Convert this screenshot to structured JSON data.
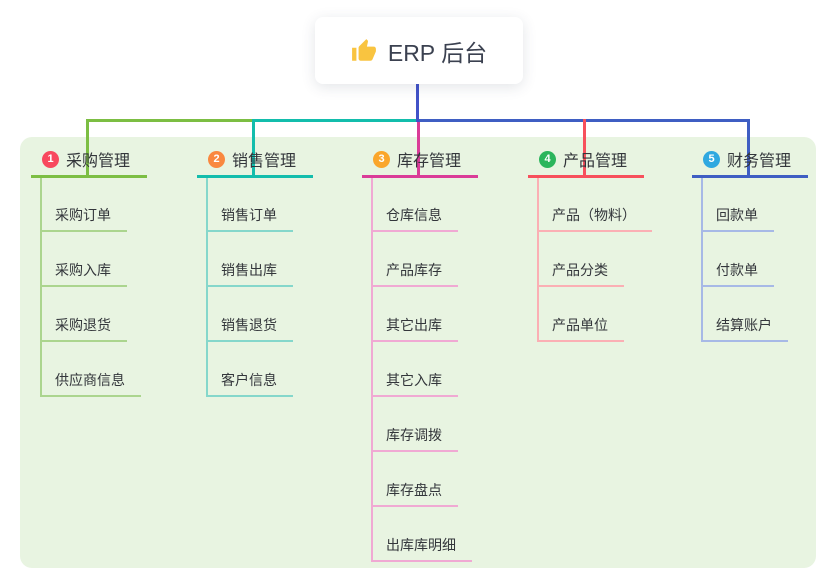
{
  "root": {
    "label": "ERP 后台",
    "icon": "thumbs-up-icon",
    "icon_color": "#F9C440"
  },
  "branches": [
    {
      "num": "1",
      "label": "采购管理",
      "badge_color": "#F8485E",
      "line_color": "#7CBE43",
      "light_color": "#ABD58E",
      "children": [
        "采购订单",
        "采购入库",
        "采购退货",
        "供应商信息"
      ]
    },
    {
      "num": "2",
      "label": "销售管理",
      "badge_color": "#F9883F",
      "line_color": "#13BDAC",
      "light_color": "#85D7CB",
      "children": [
        "销售订单",
        "销售出库",
        "销售退货",
        "客户信息"
      ]
    },
    {
      "num": "3",
      "label": "库存管理",
      "badge_color": "#FAA62B",
      "line_color": "#DA3C98",
      "light_color": "#F0A9D3",
      "children": [
        "仓库信息",
        "产品库存",
        "其它出库",
        "其它入库",
        "库存调拨",
        "库存盘点",
        "出库库明细"
      ]
    },
    {
      "num": "4",
      "label": "产品管理",
      "badge_color": "#2BB55C",
      "line_color": "#F7505C",
      "light_color": "#FBAFB4",
      "children": [
        "产品（物料）",
        "产品分类",
        "产品单位"
      ]
    },
    {
      "num": "5",
      "label": "财务管理",
      "badge_color": "#2FA8E0",
      "line_color": "#3F5EC3",
      "light_color": "#A7B9E6",
      "children": [
        "回款单",
        "付款单",
        "结算账户"
      ]
    }
  ],
  "colors": {
    "canvas_bg": "#FFFFFF",
    "panel_bg": "#E8F4E1",
    "root_connector": "#4152C8",
    "text": "#33363B"
  }
}
